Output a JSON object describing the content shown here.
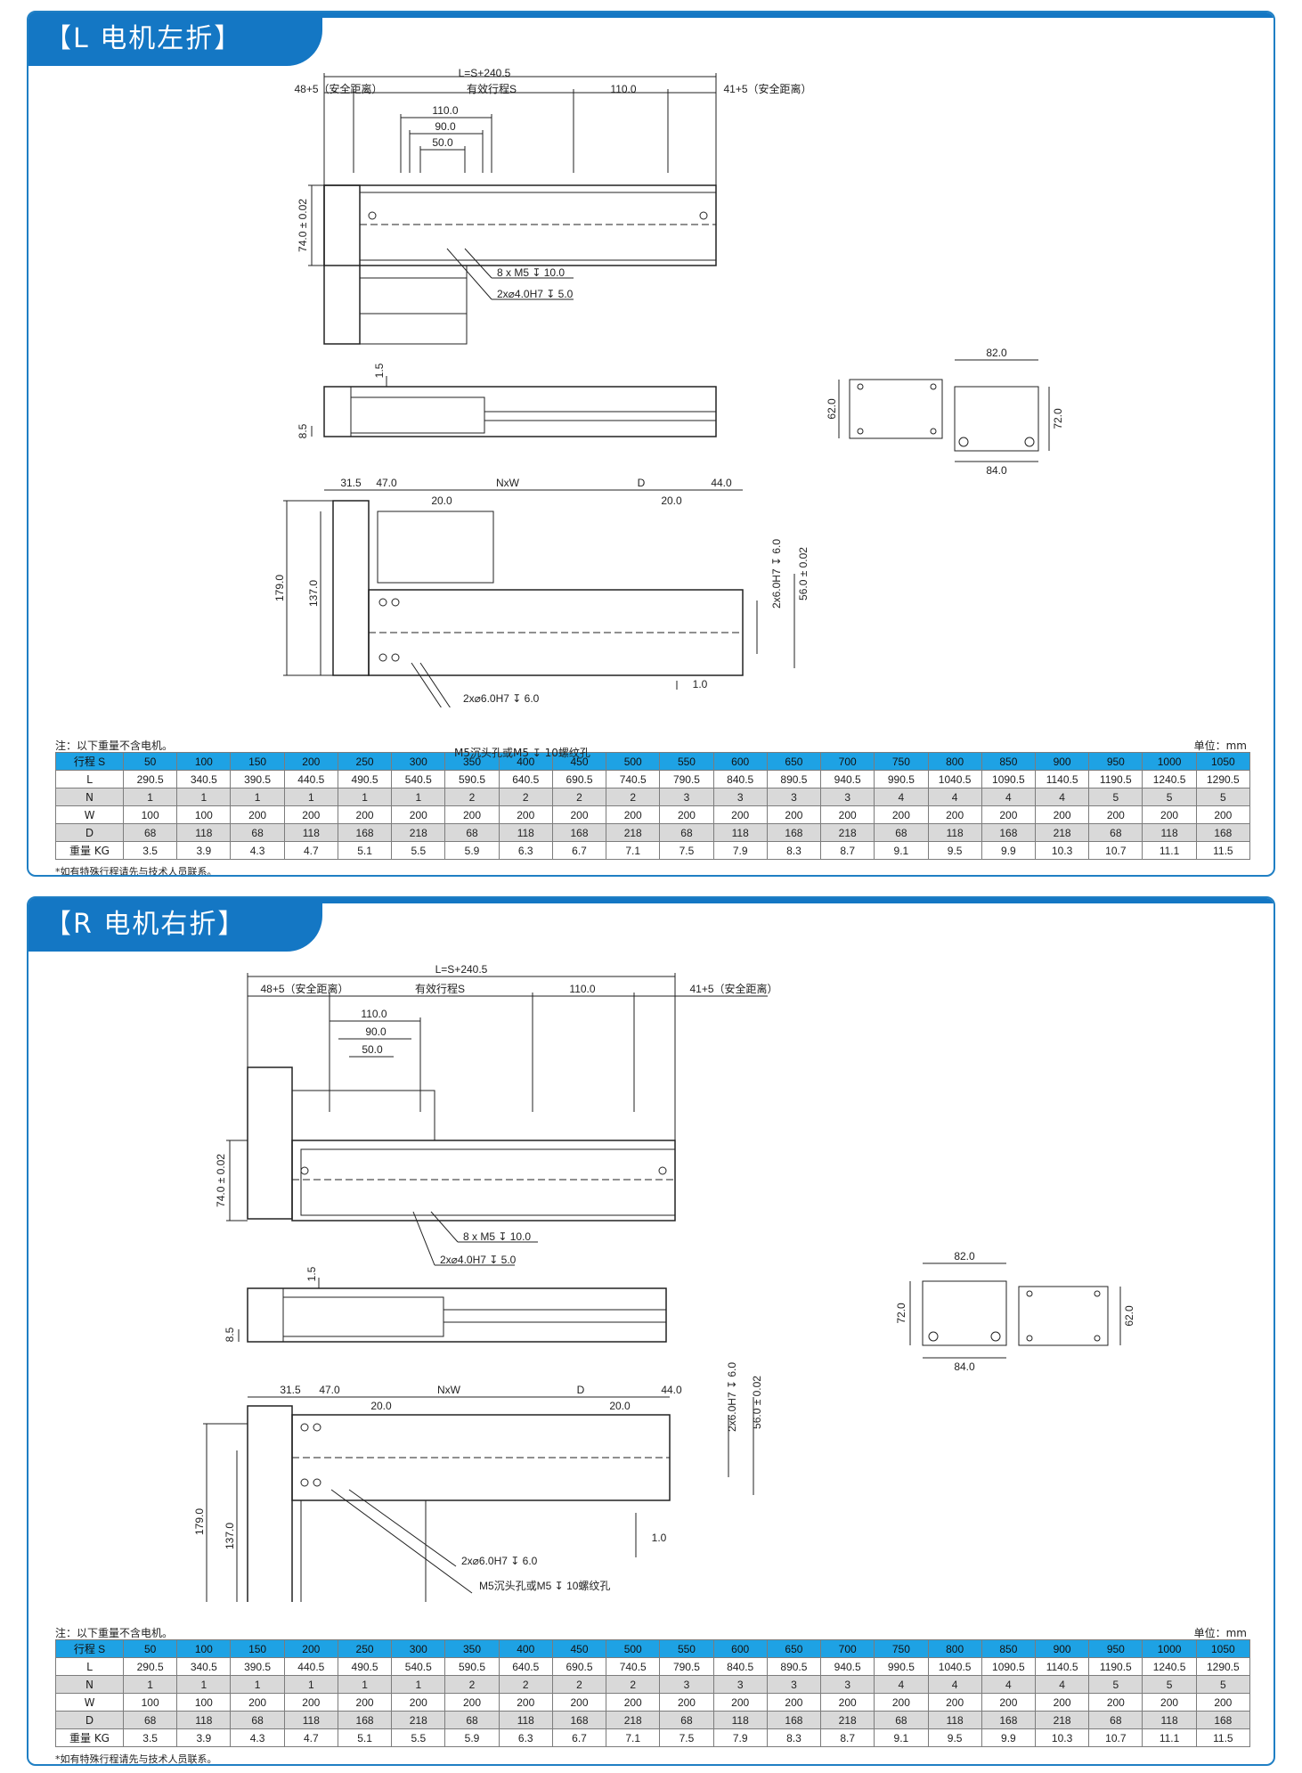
{
  "sections": [
    {
      "title": "【L 电机左折】",
      "dims": {
        "overall": "L=S+240.5",
        "safe_left": "48+5（安全距离）",
        "stroke": "有效行程S",
        "d110a": "110.0",
        "safe_right": "41+5（安全距离）",
        "d110b": "110.0",
        "d90": "90.0",
        "d50": "50.0",
        "h74": "74.0 ± 0.02",
        "holes_m5": "8 x  M5 ↧ 10.0",
        "holes_pin": "2x⌀4.0H7 ↧ 5.0",
        "d1_5": "1.5",
        "d8_5": "8.5",
        "d82": "82.0",
        "d62": "62.0",
        "d72": "72.0",
        "d84": "84.0",
        "d31_5": "31.5",
        "d47": "47.0",
        "nxw": "NxW",
        "dd": "D",
        "d44": "44.0",
        "d20a": "20.0",
        "d20b": "20.0",
        "d179": "179.0",
        "d137": "137.0",
        "pin6": "2x6.0H7 ↧ 6.0",
        "d56": "56.0 ± 0.02",
        "d1_0": "1.0",
        "base_pin": "2x⌀6.0H7 ↧ 6.0",
        "base_m5": "M5沉头孔或M5 ↧ 10螺纹孔"
      }
    },
    {
      "title": "【R 电机右折】",
      "dims": {
        "overall": "L=S+240.5",
        "safe_left": "48+5（安全距离）",
        "stroke": "有效行程S",
        "d110a": "110.0",
        "safe_right": "41+5（安全距离）",
        "d110b": "110.0",
        "d90": "90.0",
        "d50": "50.0",
        "h74": "74.0 ± 0.02",
        "holes_m5": "8 x  M5 ↧ 10.0",
        "holes_pin": "2x⌀4.0H7 ↧ 5.0",
        "d1_5": "1.5",
        "d8_5": "8.5",
        "d82": "82.0",
        "d62": "62.0",
        "d72": "72.0",
        "d84": "84.0",
        "d31_5": "31.5",
        "d47": "47.0",
        "nxw": "NxW",
        "dd": "D",
        "d44": "44.0",
        "d20a": "20.0",
        "d20b": "20.0",
        "d179": "179.0",
        "d137": "137.0",
        "pin6": "2x6.0H7 ↧ 6.0",
        "d56": "56.0 ± 0.02",
        "d1_0": "1.0",
        "base_pin": "2x⌀6.0H7 ↧ 6.0",
        "base_m5": "M5沉头孔或M5 ↧ 10螺纹孔"
      }
    }
  ],
  "table": {
    "note": "注：以下重量不含电机。",
    "unit": "单位：mm",
    "footnote": "*如有特殊行程请先与技术人员联系。",
    "rows": [
      {
        "label": "行程 S",
        "values": [
          "50",
          "100",
          "150",
          "200",
          "250",
          "300",
          "350",
          "400",
          "450",
          "500",
          "550",
          "600",
          "650",
          "700",
          "750",
          "800",
          "850",
          "900",
          "950",
          "1000",
          "1050"
        ]
      },
      {
        "label": "L",
        "values": [
          "290.5",
          "340.5",
          "390.5",
          "440.5",
          "490.5",
          "540.5",
          "590.5",
          "640.5",
          "690.5",
          "740.5",
          "790.5",
          "840.5",
          "890.5",
          "940.5",
          "990.5",
          "1040.5",
          "1090.5",
          "1140.5",
          "1190.5",
          "1240.5",
          "1290.5"
        ]
      },
      {
        "label": "N",
        "values": [
          "1",
          "1",
          "1",
          "1",
          "1",
          "1",
          "2",
          "2",
          "2",
          "2",
          "3",
          "3",
          "3",
          "3",
          "4",
          "4",
          "4",
          "4",
          "5",
          "5",
          "5"
        ]
      },
      {
        "label": "W",
        "values": [
          "100",
          "100",
          "200",
          "200",
          "200",
          "200",
          "200",
          "200",
          "200",
          "200",
          "200",
          "200",
          "200",
          "200",
          "200",
          "200",
          "200",
          "200",
          "200",
          "200",
          "200"
        ]
      },
      {
        "label": "D",
        "values": [
          "68",
          "118",
          "68",
          "118",
          "168",
          "218",
          "68",
          "118",
          "168",
          "218",
          "68",
          "118",
          "168",
          "218",
          "68",
          "118",
          "168",
          "218",
          "68",
          "118",
          "168"
        ]
      },
      {
        "label": "重量 KG",
        "values": [
          "3.5",
          "3.9",
          "4.3",
          "4.7",
          "5.1",
          "5.5",
          "5.9",
          "6.3",
          "6.7",
          "7.1",
          "7.5",
          "7.9",
          "8.3",
          "8.7",
          "9.1",
          "9.5",
          "9.9",
          "10.3",
          "10.7",
          "11.1",
          "11.5"
        ]
      }
    ]
  }
}
